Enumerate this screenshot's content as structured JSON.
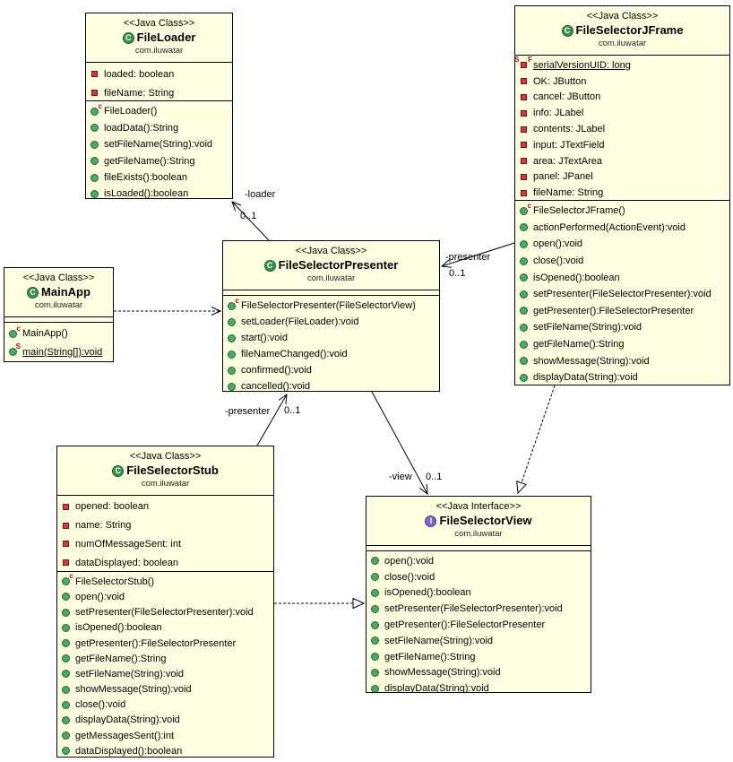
{
  "diagram": {
    "background": "#FFFFFF",
    "box_fill": "#FFFFE1",
    "box_border": "#000000",
    "method_green": "#4CA968",
    "field_red": "#CE3B3B",
    "class_icon_green": "#37934B",
    "interface_icon_purple": "#7668C4"
  },
  "classes": {
    "fileLoader": {
      "stereotype": "<<Java Class>>",
      "name": "FileLoader",
      "package": "com.iluwatar",
      "icon_letter": "C",
      "fields": [
        {
          "label": "loaded: boolean",
          "icon": "private-field"
        },
        {
          "label": "fileName: String",
          "icon": "private-field"
        }
      ],
      "methods": [
        {
          "label": "FileLoader()",
          "icon": "constructor"
        },
        {
          "label": "loadData():String",
          "icon": "public-method"
        },
        {
          "label": "setFileName(String):void",
          "icon": "public-method"
        },
        {
          "label": "getFileName():String",
          "icon": "public-method"
        },
        {
          "label": "fileExists():boolean",
          "icon": "public-method"
        },
        {
          "label": "isLoaded():boolean",
          "icon": "public-method"
        }
      ]
    },
    "fileSelectorJFrame": {
      "stereotype": "<<Java Class>>",
      "name": "FileSelectorJFrame",
      "package": "com.iluwatar",
      "icon_letter": "C",
      "fields": [
        {
          "label": "serialVersionUID: long",
          "icon": "static-final-field",
          "underline": true
        },
        {
          "label": "OK: JButton",
          "icon": "private-field"
        },
        {
          "label": "cancel: JButton",
          "icon": "private-field"
        },
        {
          "label": "info: JLabel",
          "icon": "private-field"
        },
        {
          "label": "contents: JLabel",
          "icon": "private-field"
        },
        {
          "label": "input: JTextField",
          "icon": "private-field"
        },
        {
          "label": "area: JTextArea",
          "icon": "private-field"
        },
        {
          "label": "panel: JPanel",
          "icon": "private-field"
        },
        {
          "label": "fileName: String",
          "icon": "private-field"
        }
      ],
      "methods": [
        {
          "label": "FileSelectorJFrame()",
          "icon": "constructor"
        },
        {
          "label": "actionPerformed(ActionEvent):void",
          "icon": "public-method"
        },
        {
          "label": "open():void",
          "icon": "public-method"
        },
        {
          "label": "close():void",
          "icon": "public-method"
        },
        {
          "label": "isOpened():boolean",
          "icon": "public-method"
        },
        {
          "label": "setPresenter(FileSelectorPresenter):void",
          "icon": "public-method"
        },
        {
          "label": "getPresenter():FileSelectorPresenter",
          "icon": "public-method"
        },
        {
          "label": "setFileName(String):void",
          "icon": "public-method"
        },
        {
          "label": "getFileName():String",
          "icon": "public-method"
        },
        {
          "label": "showMessage(String):void",
          "icon": "public-method"
        },
        {
          "label": "displayData(String):void",
          "icon": "public-method"
        }
      ]
    },
    "fileSelectorPresenter": {
      "stereotype": "<<Java Class>>",
      "name": "FileSelectorPresenter",
      "package": "com.iluwatar",
      "icon_letter": "C",
      "fields": [],
      "methods": [
        {
          "label": "FileSelectorPresenter(FileSelectorView)",
          "icon": "constructor"
        },
        {
          "label": "setLoader(FileLoader):void",
          "icon": "public-method"
        },
        {
          "label": "start():void",
          "icon": "public-method"
        },
        {
          "label": "fileNameChanged():void",
          "icon": "public-method"
        },
        {
          "label": "confirmed():void",
          "icon": "public-method"
        },
        {
          "label": "cancelled():void",
          "icon": "public-method"
        }
      ]
    },
    "mainApp": {
      "stereotype": "<<Java Class>>",
      "name": "MainApp",
      "package": "com.iluwatar",
      "icon_letter": "C",
      "fields": [],
      "methods": [
        {
          "label": "MainApp()",
          "icon": "constructor"
        },
        {
          "label": "main(String[]):void",
          "icon": "static-method",
          "underline": true
        }
      ]
    },
    "fileSelectorStub": {
      "stereotype": "<<Java Class>>",
      "name": "FileSelectorStub",
      "package": "com.iluwatar",
      "icon_letter": "C",
      "fields": [
        {
          "label": "opened: boolean",
          "icon": "private-field"
        },
        {
          "label": "name: String",
          "icon": "private-field"
        },
        {
          "label": "numOfMessageSent: int",
          "icon": "private-field"
        },
        {
          "label": "dataDisplayed: boolean",
          "icon": "private-field"
        }
      ],
      "methods": [
        {
          "label": "FileSelectorStub()",
          "icon": "constructor"
        },
        {
          "label": "open():void",
          "icon": "public-method"
        },
        {
          "label": "setPresenter(FileSelectorPresenter):void",
          "icon": "public-method"
        },
        {
          "label": "isOpened():boolean",
          "icon": "public-method"
        },
        {
          "label": "getPresenter():FileSelectorPresenter",
          "icon": "public-method"
        },
        {
          "label": "getFileName():String",
          "icon": "public-method"
        },
        {
          "label": "setFileName(String):void",
          "icon": "public-method"
        },
        {
          "label": "showMessage(String):void",
          "icon": "public-method"
        },
        {
          "label": "close():void",
          "icon": "public-method"
        },
        {
          "label": "displayData(String):void",
          "icon": "public-method"
        },
        {
          "label": "getMessagesSent():int",
          "icon": "public-method"
        },
        {
          "label": "dataDisplayed():boolean",
          "icon": "public-method"
        }
      ]
    },
    "fileSelectorView": {
      "stereotype": "<<Java Interface>>",
      "name": "FileSelectorView",
      "package": "com.iluwatar",
      "icon_letter": "I",
      "fields": [],
      "methods": [
        {
          "label": "open():void",
          "icon": "public-method"
        },
        {
          "label": "close():void",
          "icon": "public-method"
        },
        {
          "label": "isOpened():boolean",
          "icon": "public-method"
        },
        {
          "label": "setPresenter(FileSelectorPresenter):void",
          "icon": "public-method"
        },
        {
          "label": "getPresenter():FileSelectorPresenter",
          "icon": "public-method"
        },
        {
          "label": "setFileName(String):void",
          "icon": "public-method"
        },
        {
          "label": "getFileName():String",
          "icon": "public-method"
        },
        {
          "label": "showMessage(String):void",
          "icon": "public-method"
        },
        {
          "label": "displayData(String):void",
          "icon": "public-method"
        }
      ]
    }
  },
  "edges": {
    "presenterLoader": {
      "label": "-loader",
      "multiplicity": "0..1",
      "type": "association"
    },
    "jframePresenter": {
      "label": "-presenter",
      "multiplicity": "0..1",
      "type": "association"
    },
    "stubPresenter": {
      "label": "-presenter",
      "multiplicity": "0..1",
      "type": "association"
    },
    "presenterView": {
      "label": "-view",
      "multiplicity": "0..1",
      "type": "association"
    },
    "mainAppPresenter": {
      "type": "dependency"
    },
    "jframeView": {
      "type": "realization"
    },
    "stubView": {
      "type": "realization"
    }
  }
}
